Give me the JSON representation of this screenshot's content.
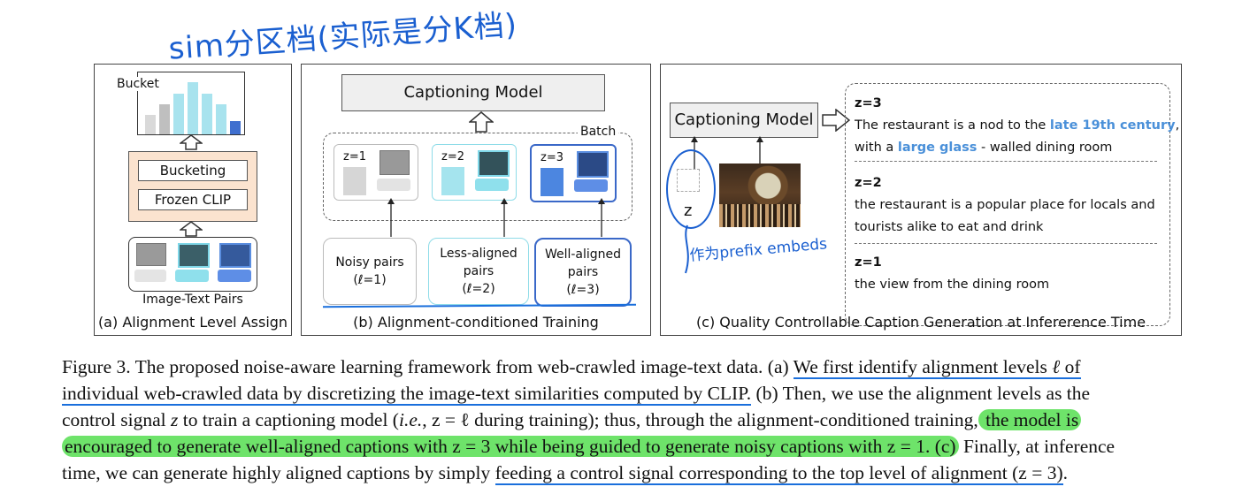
{
  "annotations": {
    "top_handwriting": "sim分区档(实际是分K档)",
    "z_handwriting": "作为prefix embeds"
  },
  "panel_a": {
    "bucket_label": "Bucket",
    "bucketing": "Bucketing",
    "frozen_clip": "Frozen CLIP",
    "pairs_label": "Image-Text Pairs",
    "caption": "(a) Alignment Level Assign",
    "bars": [
      0.35,
      0.55,
      0.75,
      0.95,
      0.75,
      0.55,
      0.25
    ]
  },
  "panel_b": {
    "model": "Captioning Model",
    "batch": "Batch",
    "z_labels": [
      "z=1",
      "z=2",
      "z=3"
    ],
    "pair_boxes": [
      {
        "line1": "Noisy pairs",
        "line2": "",
        "level": "(ℓ=1)"
      },
      {
        "line1": "Less-aligned",
        "line2": "pairs",
        "level": "(ℓ=2)"
      },
      {
        "line1": "Well-aligned",
        "line2": "pairs",
        "level": "(ℓ=3)"
      }
    ],
    "caption": "(b) Alignment-conditioned Training"
  },
  "panel_c": {
    "model": "Captioning Model",
    "z": "z",
    "outputs": [
      {
        "z": "z=3",
        "l1a": "The restaurant is a nod to the ",
        "l1b": "late 19th century",
        "l1c": ",",
        "l2a": "with a ",
        "l2b": "large glass",
        "l2c": " - walled dining room"
      },
      {
        "z": "z=2",
        "l1": "the restaurant is a popular place for locals and",
        "l2": "tourists alike to eat and drink"
      },
      {
        "z": "z=1",
        "l1": "the view from the dining room"
      }
    ],
    "caption": "(c) Quality Controllable Caption Generation at Infererence Time"
  },
  "figure_caption": {
    "l1a": "Figure 3. The proposed noise-aware learning framework from web-crawled image-text data. (a) ",
    "l1b": "We first identify alignment levels ",
    "l1c": "ℓ",
    "l1d": " of",
    "l2a": "individual web-crawled data by discretizing the image-text similarities computed by CLIP.",
    "l2b": " (b) Then, we use the alignment levels as the",
    "l3a": "control signal ",
    "l3b": "z",
    "l3c": " to train a captioning model (",
    "l3d": "i.e.",
    "l3e": ", z = ℓ during training); thus, through the alignment-conditioned training,",
    "l3f": " the model is",
    "l4a": "encouraged to generate well-aligned captions with z = 3 while being guided to generate noisy captions with z = 1.",
    "l4b": " (c)",
    "l4c": " Finally, at inference",
    "l5a": "time, we can generate highly aligned captions by simply ",
    "l5b": "feeding a control signal corresponding to the top level of alignment (z = 3)",
    "l5c": "."
  }
}
